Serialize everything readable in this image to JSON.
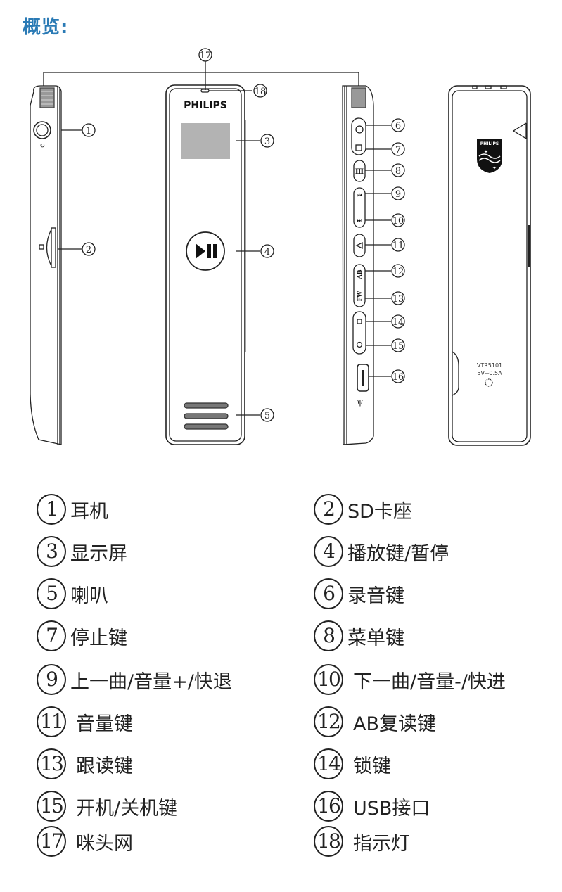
{
  "title": "概览:",
  "device": {
    "brand_front": "PHILIPS",
    "brand_back": "PHILIPS",
    "model": "VTR5101",
    "power_rating": "5V⎓0.5A",
    "side_button_labels": {
      "ab": "AB",
      "fw": "FW"
    }
  },
  "callouts": [
    "1",
    "2",
    "3",
    "4",
    "5",
    "6",
    "7",
    "8",
    "9",
    "10",
    "11",
    "12",
    "13",
    "14",
    "15",
    "16",
    "17",
    "18"
  ],
  "legend": [
    {
      "num": "1",
      "label": "耳机"
    },
    {
      "num": "2",
      "label": "SD卡座"
    },
    {
      "num": "3",
      "label": "显示屏"
    },
    {
      "num": "4",
      "label": "播放键/暂停"
    },
    {
      "num": "5",
      "label": "喇叭"
    },
    {
      "num": "6",
      "label": "录音键"
    },
    {
      "num": "7",
      "label": "停止键"
    },
    {
      "num": "8",
      "label": "菜单键"
    },
    {
      "num": "9",
      "label": "上一曲/音量+/快退"
    },
    {
      "num": "10",
      "label": "下一曲/音量-/快进"
    },
    {
      "num": "11",
      "label": "音量键"
    },
    {
      "num": "12",
      "label": "AB复读键"
    },
    {
      "num": "13",
      "label": "跟读键"
    },
    {
      "num": "14",
      "label": "锁键"
    },
    {
      "num": "15",
      "label": "开机/关机键"
    },
    {
      "num": "16",
      "label": "USB接口"
    },
    {
      "num": "17",
      "label": "咪头网"
    },
    {
      "num": "18",
      "label": "指示灯"
    }
  ],
  "colors": {
    "title": "#2a7ab5",
    "line": "#222222",
    "screen": "#b3b3b3"
  }
}
